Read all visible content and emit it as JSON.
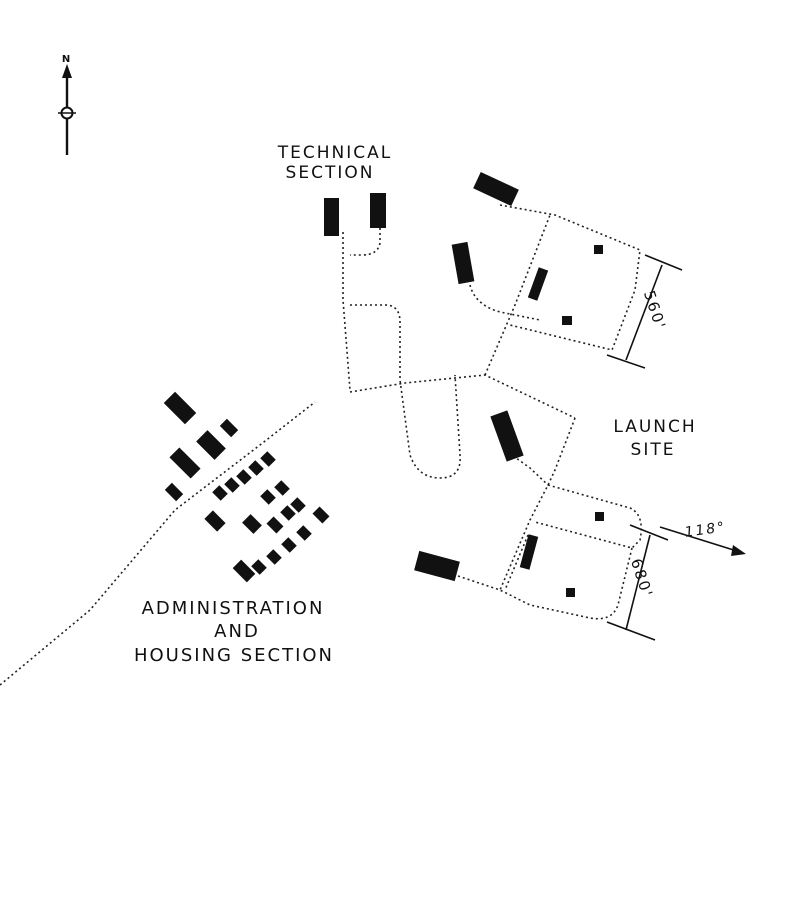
{
  "compass": {
    "north_label": "N"
  },
  "labels": {
    "technical_line1": "TECHNICAL",
    "technical_line2": "SECTION",
    "launch_line1": "LAUNCH",
    "launch_line2": "SITE",
    "admin_line1": "ADMINISTRATION",
    "admin_line2": "AND",
    "admin_line3": "HOUSING SECTION"
  },
  "dimensions": {
    "upper_pad": "560'",
    "lower_pad": "680'",
    "direction": "118°"
  },
  "colors": {
    "ink": "#111111",
    "background": "#ffffff"
  }
}
